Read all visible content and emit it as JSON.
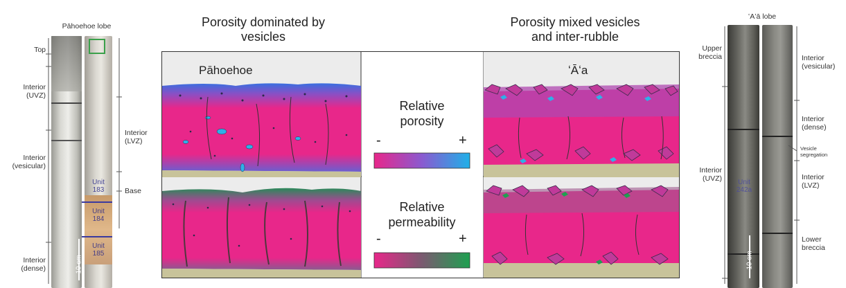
{
  "left_core": {
    "title": "Pāhoehoe lobe",
    "labels": {
      "top": "Top",
      "interior_uvz": "Interior\n(UVZ)",
      "interior_vesicular": "Interior\n(vesicular)",
      "interior_dense": "Interior\n(dense)",
      "interior_lvz": "Interior\n(LVZ)",
      "base": "Base"
    },
    "units": [
      "Unit\n183",
      "Unit\n184",
      "Unit\n185"
    ],
    "scale": "10 cm"
  },
  "headers": {
    "left": "Porosity dominated by\nvesicles",
    "right": "Porosity mixed vesicles\nand inter-rubble"
  },
  "panels": {
    "pahoehoe": "Pāhoehoe",
    "aa": "ʻĀʻa"
  },
  "legend": {
    "porosity": {
      "label": "Relative\nporosity",
      "minus": "-",
      "plus": "+"
    },
    "permeability": {
      "label": "Relative\npermeability",
      "minus": "-",
      "plus": "+"
    }
  },
  "right_core": {
    "title": "ʻAʻā lobe",
    "labels": {
      "upper_breccia": "Upper\nbreccia",
      "interior_uvz": "Interior\n(UVZ)",
      "interior_vesicular": "Interior\n(vesicular)",
      "interior_dense": "Interior\n(dense)",
      "vesicle_segregation": "Vesicle\nsegregation",
      "interior_lvz": "Interior\n(LVZ)",
      "lower_breccia": "Lower\nbreccia"
    },
    "unit": "Unit\n242a",
    "scale": "10 cm"
  },
  "colors": {
    "magenta": "#e8278a",
    "purple": "#8a4fc4",
    "cyan": "#1fa8e0",
    "green": "#2a9a5a",
    "ground": "#c8c39a",
    "panel_bg": "#ececec"
  }
}
